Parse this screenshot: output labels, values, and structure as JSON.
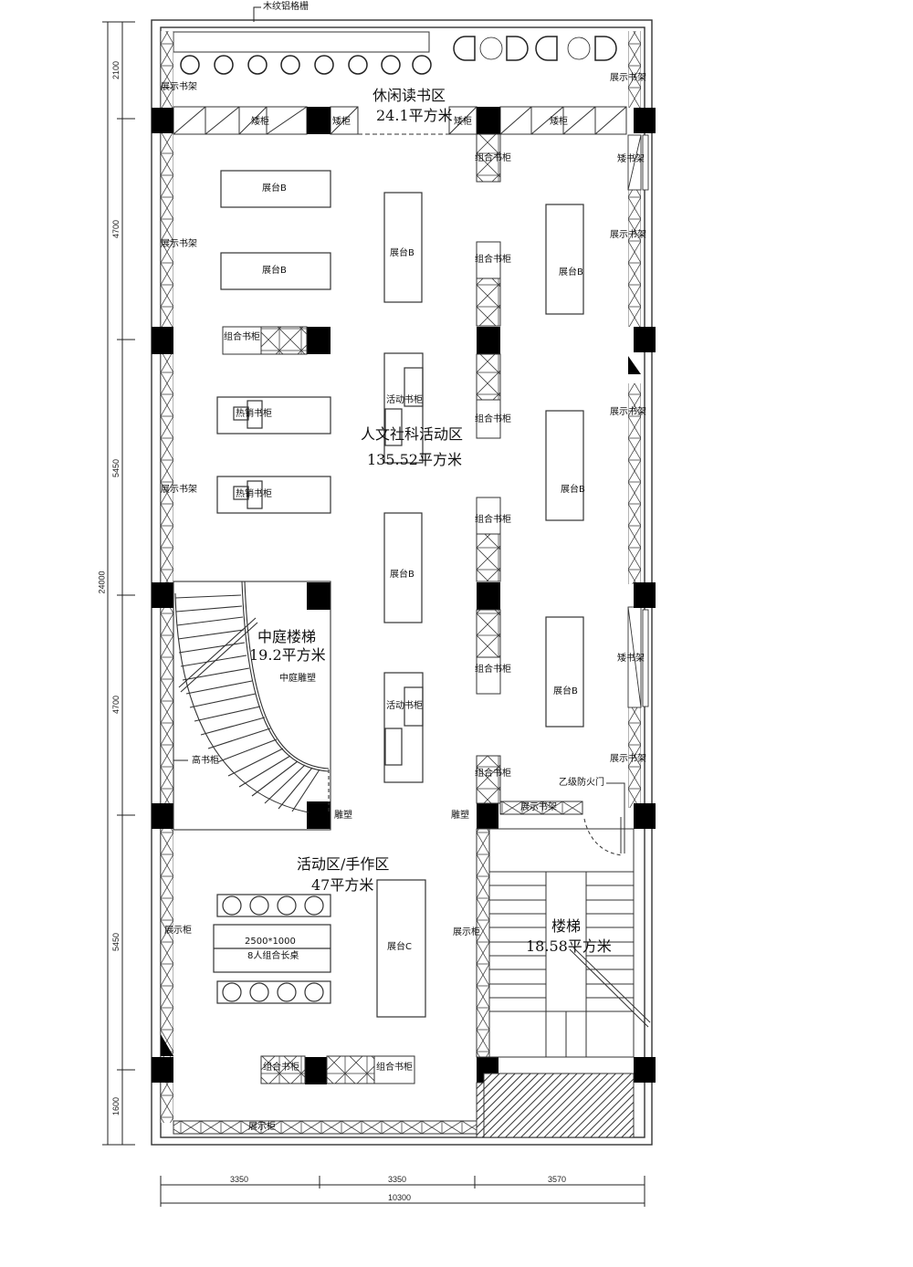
{
  "callout": {
    "top_label": "木纹铝格栅"
  },
  "areas": {
    "reading": {
      "name": "休闲读书区",
      "area": "24.1平方米"
    },
    "humanities": {
      "name": "人文社科活动区",
      "area": "135.52平方米"
    },
    "atrium_stair": {
      "name": "中庭楼梯",
      "area": "19.2平方米",
      "sculpture": "中庭雕塑"
    },
    "activity": {
      "name": "活动区/手作区",
      "area": "47平方米"
    },
    "stair": {
      "name": "楼梯",
      "area": "18.58平方米"
    }
  },
  "furniture": {
    "display_shelf": "展示书架",
    "low_cabinet": "矮柜",
    "low_shelf": "矮书架",
    "combo_cabinet": "组合书柜",
    "stand_b": "展台B",
    "stand_c": "展台C",
    "hot_cabinet": "热销书柜",
    "mobile_cabinet": "活动书柜",
    "tall_cabinet": "高书柜",
    "sculpture": "雕塑",
    "display_cabinet": "展示柜",
    "fire_door": "乙级防火门",
    "table_size": "2500*1000",
    "table_name": "8人组合长桌"
  },
  "dimensions": {
    "left_segments": [
      "2100",
      "4700",
      "5450",
      "4700",
      "5450",
      "1600"
    ],
    "left_total": "24000",
    "bottom_segments": [
      "3350",
      "3350",
      "3570"
    ],
    "bottom_total": "10300"
  },
  "colors": {
    "line": "#333333",
    "fill_column": "#000000",
    "hatch": "#444444",
    "background": "#ffffff"
  }
}
